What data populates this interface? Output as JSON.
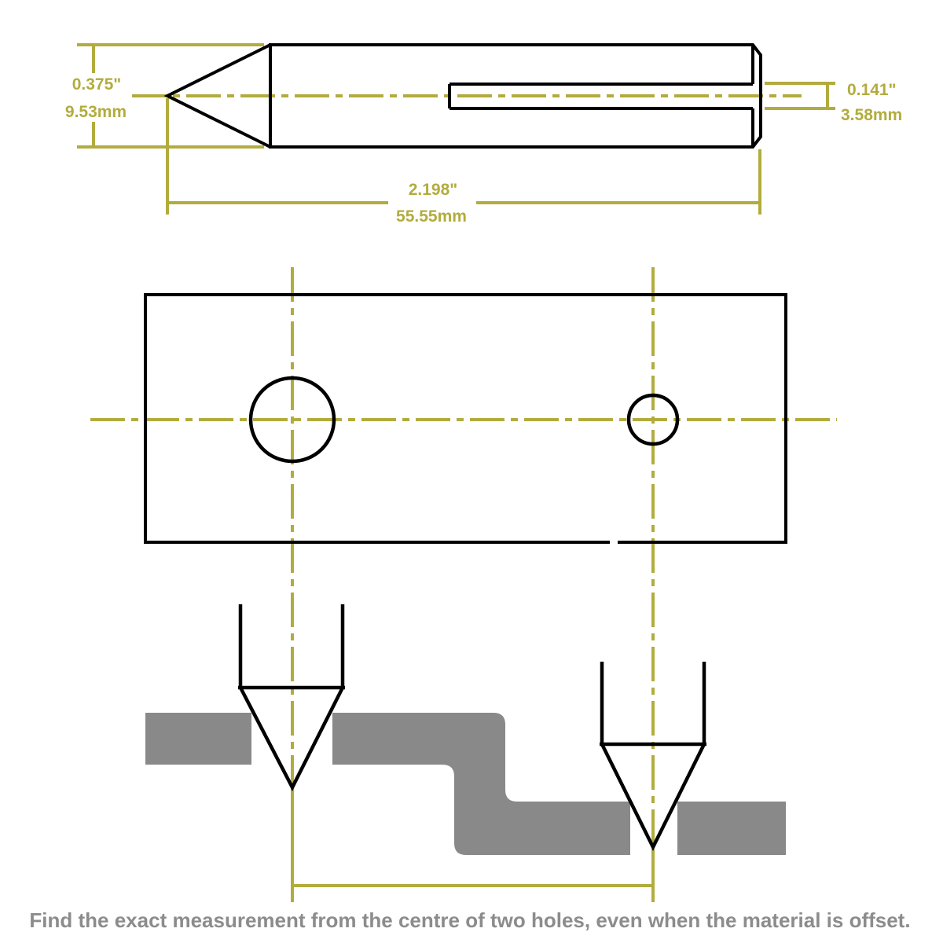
{
  "page": {
    "caption": "Find the exact measurement from the centre of two holes, even when the material is offset."
  },
  "pin_view": {
    "diameter_inches": "0.375\"",
    "diameter_mm": "9.53mm",
    "length_inches": "2.198\"",
    "length_mm": "55.55mm",
    "tip_width_inches": "0.141\"",
    "tip_width_mm": "3.58mm"
  },
  "colors": {
    "dimension_line": "#b2ac3e",
    "material_fill": "#898989",
    "caption_text": "#8c8c8c",
    "outline": "#000000"
  }
}
